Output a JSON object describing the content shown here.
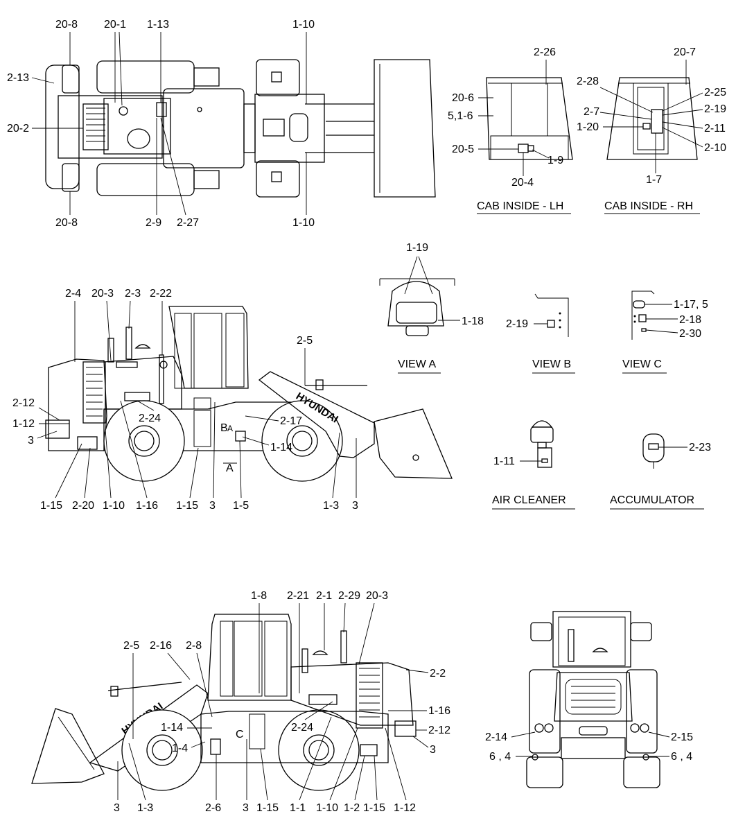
{
  "views": {
    "cab_inside_lh": "CAB INSIDE - LH",
    "cab_inside_rh": "CAB INSIDE - RH",
    "view_a": "VIEW A",
    "view_b": "VIEW B",
    "view_c": "VIEW C",
    "air_cleaner": "AIR CLEANER",
    "accumulator": "ACCUMULATOR"
  },
  "markers": {
    "a": "A",
    "b": "B",
    "c": "C"
  },
  "callouts": {
    "top": [
      "20-8",
      "20-1",
      "1-13",
      "1-10",
      "2-13",
      "20-2",
      "20-8",
      "2-9",
      "2-27",
      "1-10"
    ],
    "cab_lh": [
      "2-26",
      "20-6",
      "5,1-6",
      "20-5",
      "20-4",
      "1-9"
    ],
    "cab_rh": [
      "20-7",
      "2-28",
      "2-25",
      "2-19",
      "2-7",
      "1-20",
      "2-11",
      "2-10",
      "1-7"
    ],
    "view_a": [
      "1-19",
      "1-18"
    ],
    "view_b": [
      "2-19"
    ],
    "view_c": [
      "1-17, 5",
      "2-18",
      "2-30"
    ],
    "air_cleaner": [
      "1-11"
    ],
    "accumulator": [
      "2-23"
    ],
    "left_side": [
      "2-4",
      "20-3",
      "2-3",
      "2-22",
      "2-5",
      "2-12",
      "1-12",
      "3",
      "2-24",
      "2-17",
      "1-14",
      "1-15",
      "2-20",
      "1-10",
      "1-16",
      "1-15",
      "3",
      "1-5",
      "1-3",
      "3"
    ],
    "right_side": [
      "1-8",
      "2-21",
      "2-1",
      "2-29",
      "20-3",
      "2-5",
      "2-16",
      "2-8",
      "2-2",
      "1-16",
      "2-24",
      "1-14",
      "1-4",
      "2-12",
      "3",
      "3",
      "1-3",
      "2-6",
      "3",
      "1-15",
      "1-1",
      "1-10",
      "1-2",
      "1-15",
      "1-12"
    ],
    "rear": [
      "2-14",
      "2-15",
      "6 , 4",
      "6 , 4"
    ]
  }
}
